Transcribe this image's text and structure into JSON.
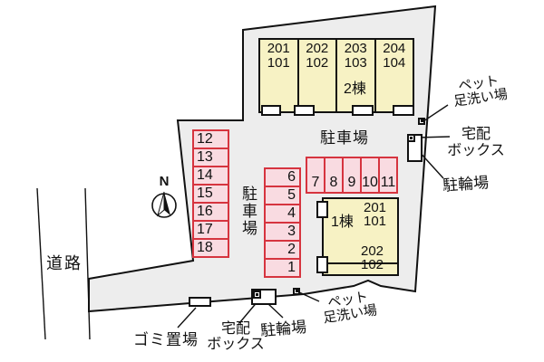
{
  "colors": {
    "site_fill": "#ededed",
    "building_fill": "#f7f2c4",
    "parking_fill": "#f9dbe1",
    "parking_border": "#d6343f",
    "line": "#111111"
  },
  "road": {
    "label": "道路"
  },
  "compass": {
    "label": "N"
  },
  "areas": {
    "parking_top": "駐車場",
    "parking_left": "駐車場"
  },
  "buildings": {
    "b2": {
      "name": "2棟",
      "units": [
        {
          "l1": "201",
          "l2": "101"
        },
        {
          "l1": "202",
          "l2": "102"
        },
        {
          "l1": "203",
          "l2": "103"
        },
        {
          "l1": "204",
          "l2": "104"
        }
      ]
    },
    "b1": {
      "name": "1棟",
      "units": [
        {
          "l1": "201",
          "l2": "101"
        },
        {
          "l1": "202",
          "l2": "102"
        }
      ]
    }
  },
  "parking": {
    "left": [
      "12",
      "13",
      "14",
      "15",
      "16",
      "17",
      "18"
    ],
    "mid": [
      "6",
      "5",
      "4",
      "3",
      "2",
      "1"
    ],
    "row": [
      "7",
      "8",
      "9",
      "10",
      "11"
    ]
  },
  "callouts": {
    "pet_right": {
      "line1": "ペット",
      "line2": "足洗い場"
    },
    "delivery_right": {
      "line1": "宅配",
      "line2": "ボックス"
    },
    "bike_right": "駐輪場",
    "garbage": "ゴミ置場",
    "delivery_bottom": {
      "line1": "宅配",
      "line2": "ボックス"
    },
    "bike_bottom": "駐輪場",
    "pet_bottom": {
      "line1": "ペット",
      "line2": "足洗い場"
    }
  }
}
